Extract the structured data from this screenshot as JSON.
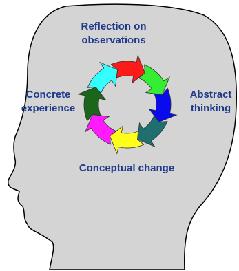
{
  "labels": {
    "top_line1": "Reflection on",
    "top_line2": "observations",
    "right_line1": "Abstract",
    "right_line2": "thinking",
    "bottom": "Conceptual change",
    "left_line1": "Concrete",
    "left_line2": "experience"
  },
  "colors": {
    "head_fill": "#d4d4d4",
    "head_stroke": "#000000",
    "label_text": "#1f3a8a",
    "arrows": [
      "#ff1a1a",
      "#33ee33",
      "#0a0aee",
      "#1f6f6f",
      "#ffff1a",
      "#ff1aff",
      "#1a661a",
      "#33ffff"
    ]
  },
  "icons": {
    "head": "head-silhouette-icon",
    "cycle": "circular-arrows-icon"
  }
}
